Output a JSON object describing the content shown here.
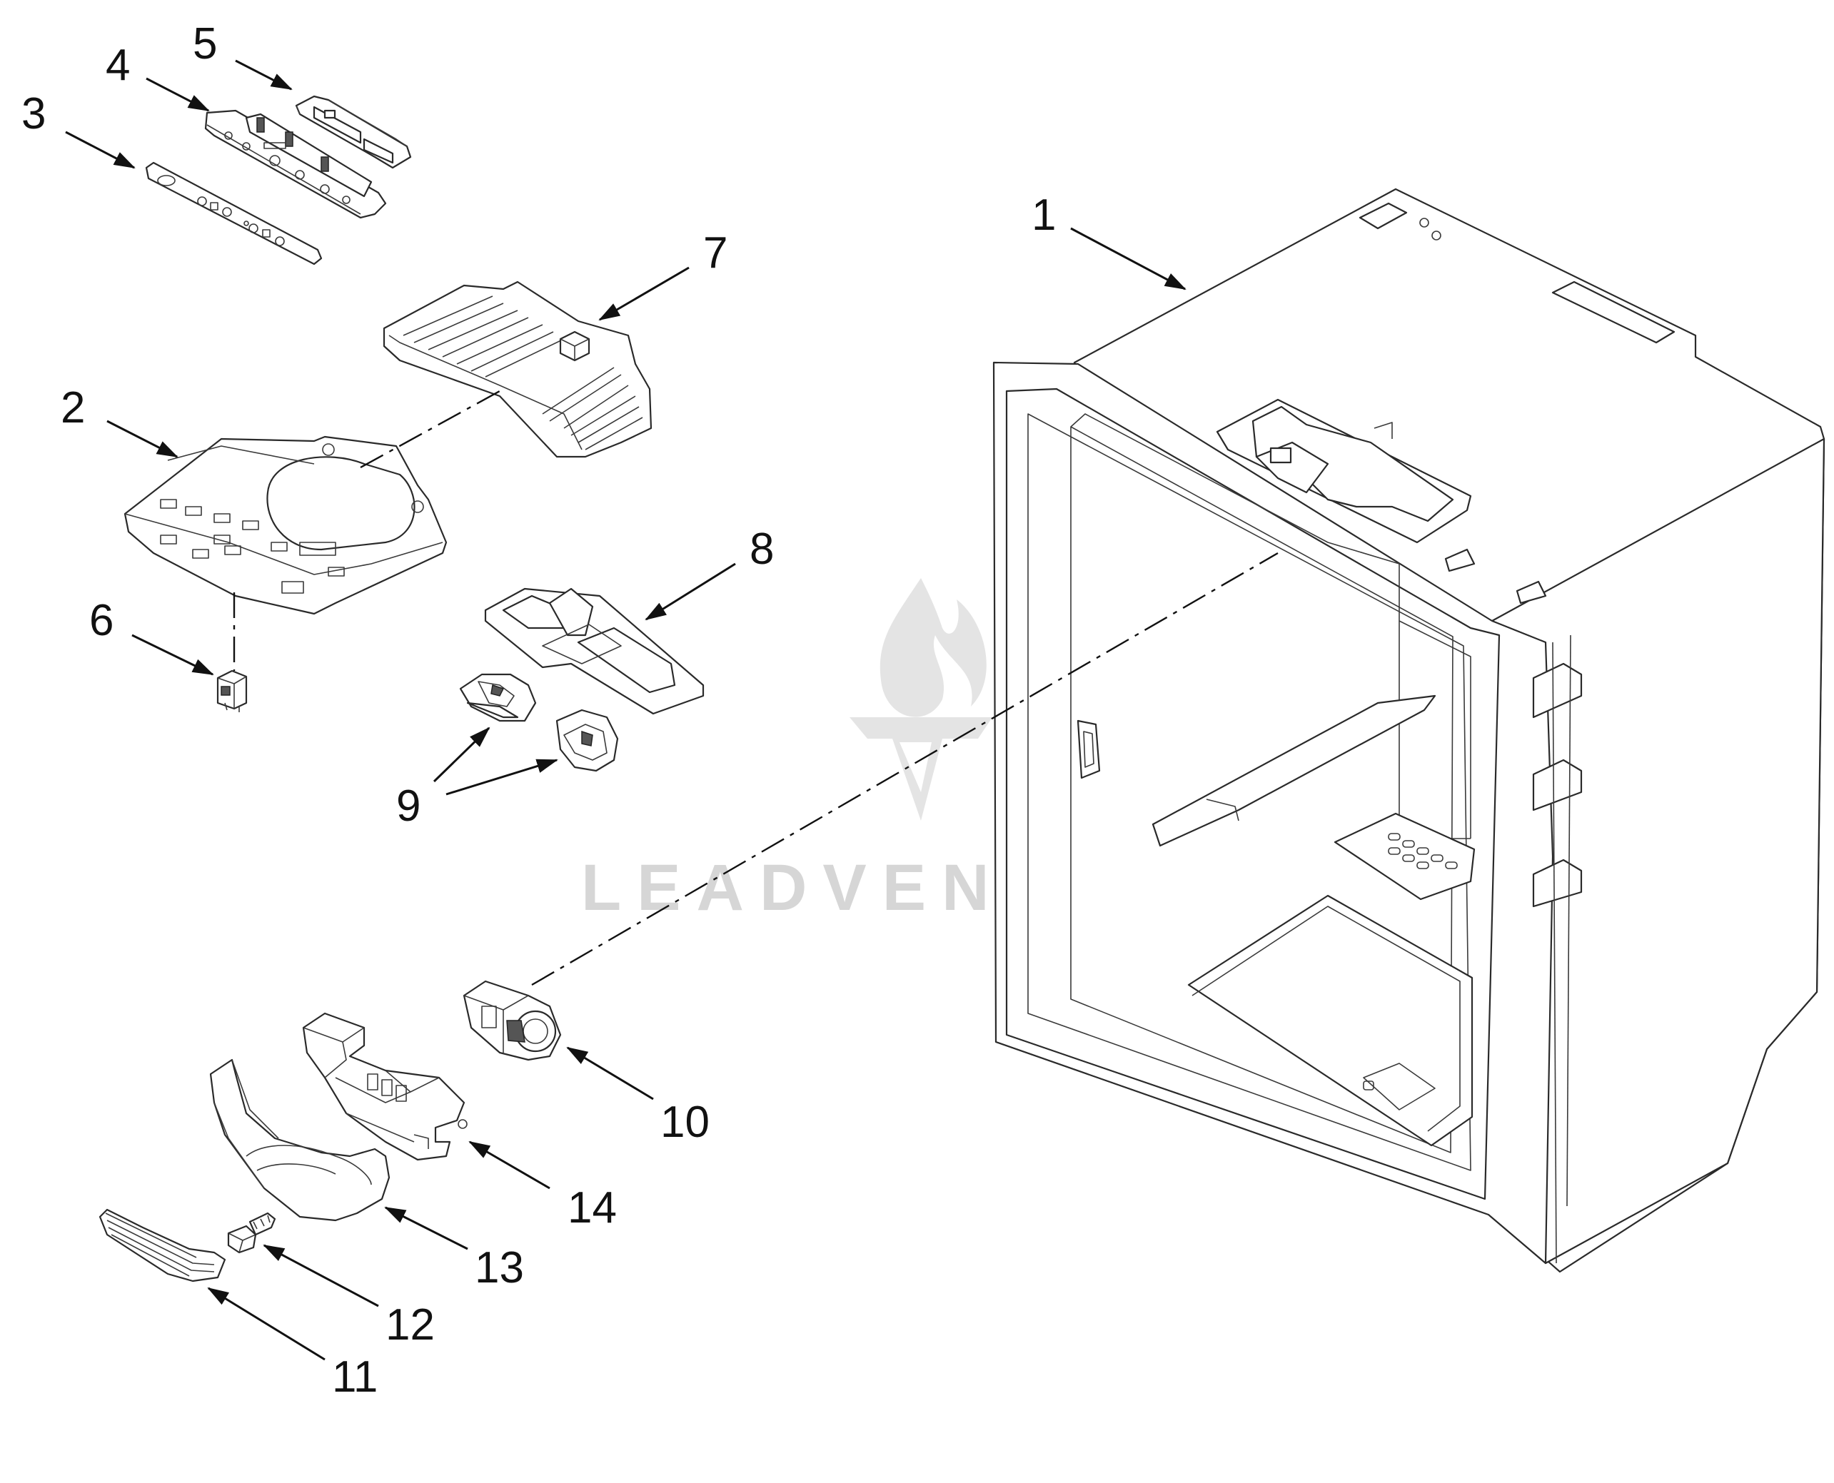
{
  "watermark": {
    "text": "LEADVENTURE"
  },
  "callouts": [
    {
      "id": "1",
      "label": "1"
    },
    {
      "id": "2",
      "label": "2"
    },
    {
      "id": "3",
      "label": "3"
    },
    {
      "id": "4",
      "label": "4"
    },
    {
      "id": "5",
      "label": "5"
    },
    {
      "id": "6",
      "label": "6"
    },
    {
      "id": "7",
      "label": "7"
    },
    {
      "id": "8",
      "label": "8"
    },
    {
      "id": "9",
      "label": "9"
    },
    {
      "id": "10",
      "label": "10"
    },
    {
      "id": "11",
      "label": "11"
    },
    {
      "id": "12",
      "label": "12"
    },
    {
      "id": "13",
      "label": "13"
    },
    {
      "id": "14",
      "label": "14"
    }
  ]
}
